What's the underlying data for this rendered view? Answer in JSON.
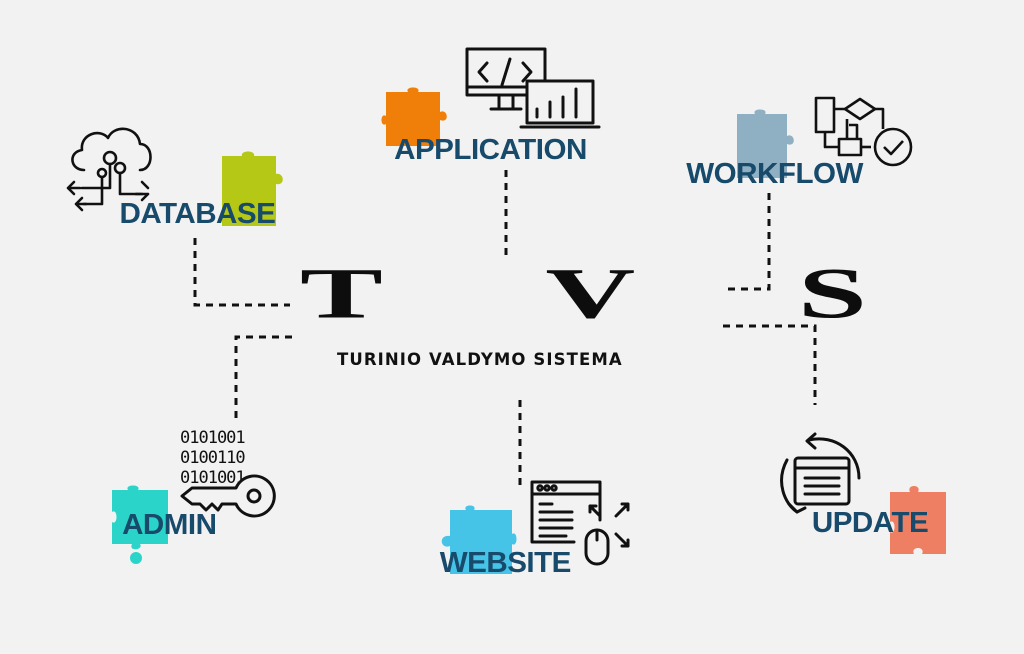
{
  "diagram": {
    "title": "TVS",
    "title_letters": [
      "T",
      "V",
      "S"
    ],
    "subtitle": "TURINIO VALDYMO SISTEMA",
    "background": "#f2f2f2",
    "label_color": "#174a6b",
    "nodes": [
      {
        "id": "database",
        "label": "DATABASE",
        "icon": "cloud-network-icon",
        "puzzle_color": "#b5c815"
      },
      {
        "id": "application",
        "label": "APPLICATION",
        "icon": "monitor-code-laptop-chart-icon",
        "puzzle_color": "#f07f0a"
      },
      {
        "id": "workflow",
        "label": "WORKFLOW",
        "icon": "flowchart-check-icon",
        "puzzle_color": "#8fb0c2"
      },
      {
        "id": "admin",
        "label": "ADMIN",
        "icon": "binary-key-icon",
        "puzzle_color": "#2bd4c8"
      },
      {
        "id": "website",
        "label": "WEBSITE",
        "icon": "browser-mouse-icon",
        "puzzle_color": "#46c4e8"
      },
      {
        "id": "update",
        "label": "UPDATE",
        "icon": "refresh-document-icon",
        "puzzle_color": "#ee7f62"
      }
    ],
    "binary_rows": [
      "0101001",
      "0100110",
      "0101001"
    ]
  }
}
